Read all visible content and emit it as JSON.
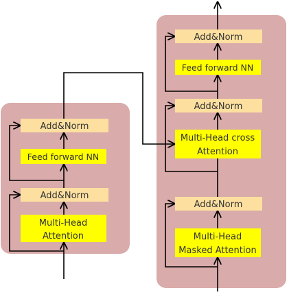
{
  "encoder": {
    "add_norm_top": "Add&Norm",
    "feed_forward": "Feed forward NN",
    "add_norm_bottom": "Add&Norm",
    "attention_line1": "Multi-Head",
    "attention_line2": "Attention"
  },
  "decoder": {
    "add_norm_top": "Add&Norm",
    "feed_forward": "Feed forward NN",
    "add_norm_middle": "Add&Norm",
    "cross_attention_line1": "Multi-Head cross",
    "cross_attention_line2": "Attention",
    "add_norm_bottom": "Add&Norm",
    "masked_attention_line1": "Multi-Head",
    "masked_attention_line2": "Masked Attention"
  },
  "colors": {
    "panel": "#d9abaa",
    "add_norm": "#fde0a0",
    "yellow_block": "#ffff00",
    "line": "#000000"
  }
}
